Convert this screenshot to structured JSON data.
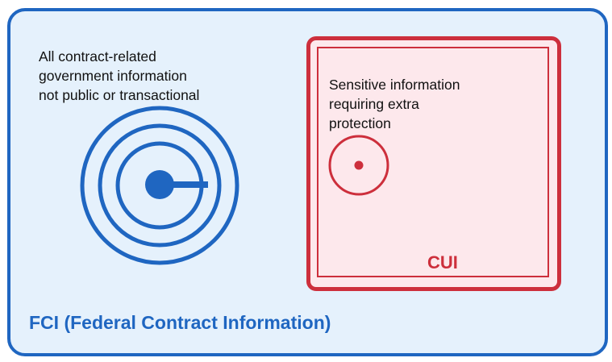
{
  "fci": {
    "label": "FCI (Federal Contract Information)",
    "description": "All contract-related\ngovernment information\nnot public or transactional",
    "color": "#1f66c1",
    "fill": "#e5f1fc",
    "icon": "target-icon"
  },
  "cui": {
    "label": "CUI",
    "description": "Sensitive information\nrequiring extra\nprotection",
    "color": "#cd2f3c",
    "fill": "#fde8ec",
    "icon": "dot-circle-icon"
  }
}
